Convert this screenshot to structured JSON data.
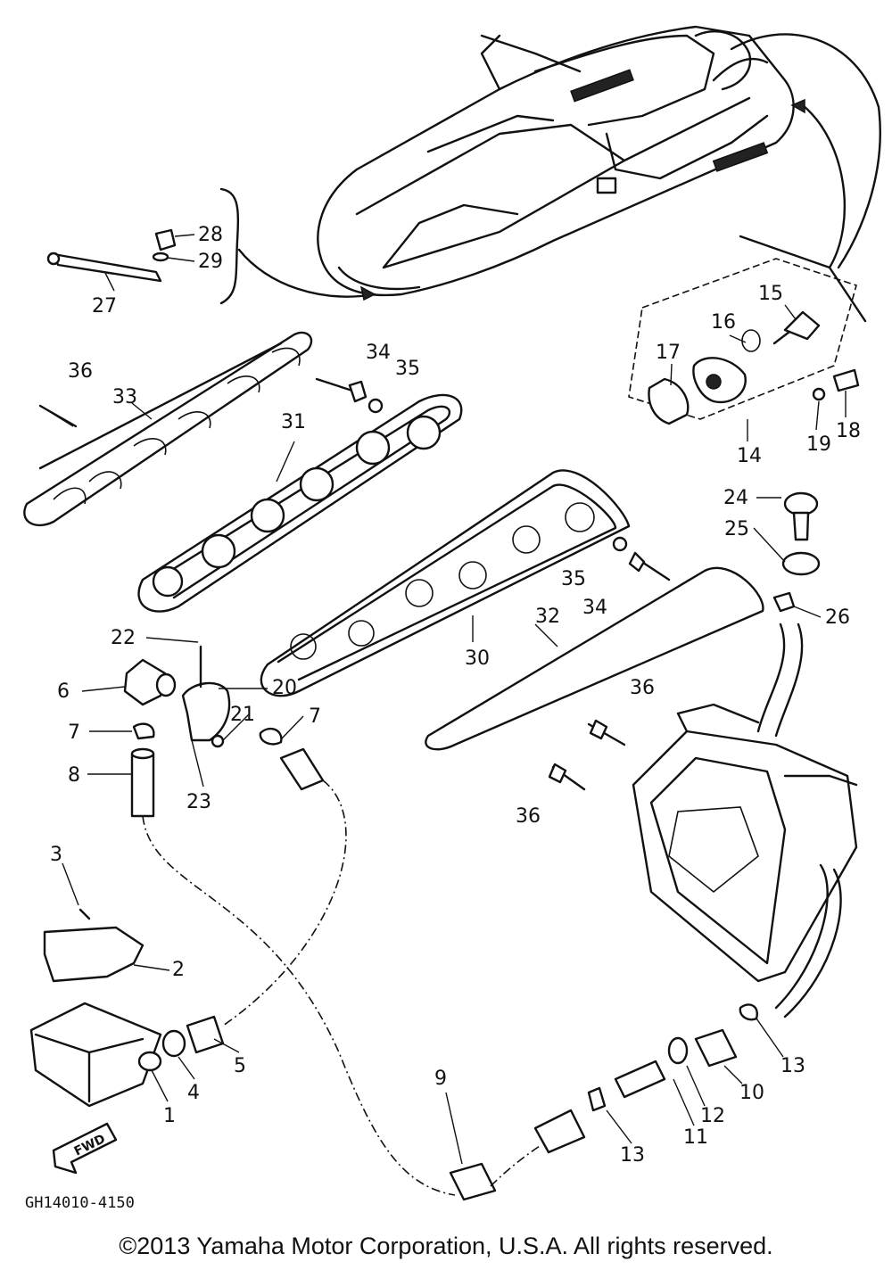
{
  "diagram": {
    "drawing_code": "GH14010-4150",
    "fwd_label": "FWD",
    "callouts": [
      "1",
      "2",
      "3",
      "4",
      "5",
      "6",
      "7",
      "7",
      "8",
      "9",
      "10",
      "11",
      "12",
      "13",
      "13",
      "14",
      "15",
      "16",
      "17",
      "18",
      "19",
      "20",
      "21",
      "22",
      "23",
      "24",
      "25",
      "26",
      "27",
      "28",
      "29",
      "30",
      "31",
      "32",
      "33",
      "34",
      "34",
      "35",
      "35",
      "36",
      "36",
      "36"
    ]
  },
  "footer": {
    "copyright": "©2013 Yamaha Motor Corporation, U.S.A. All rights reserved."
  }
}
